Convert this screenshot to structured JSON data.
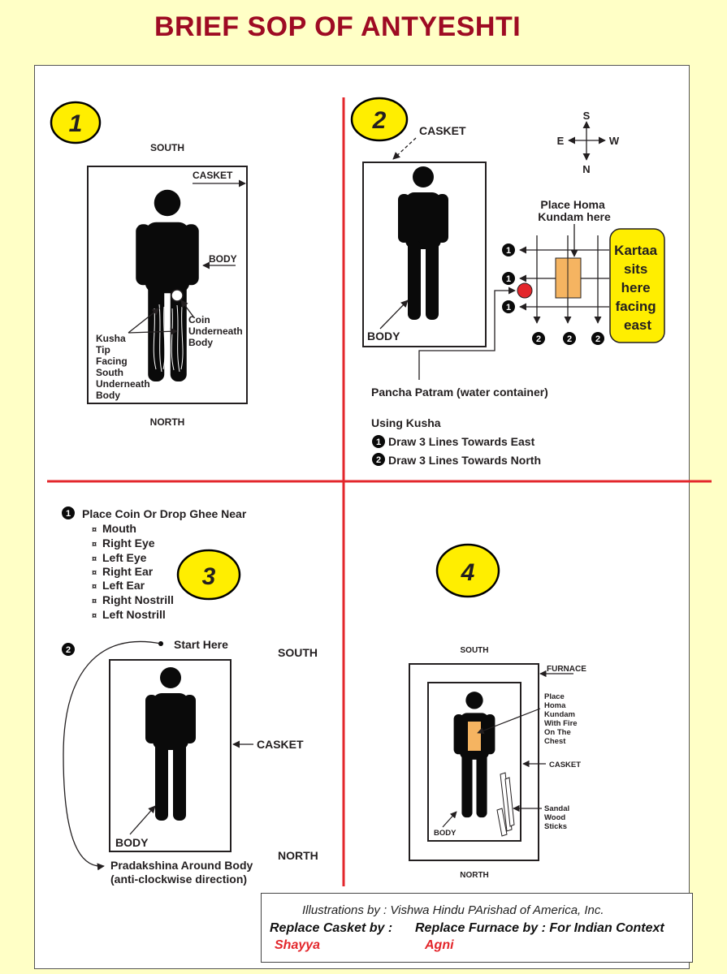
{
  "title": "BRIEF SOP OF ANTYESHTI",
  "colors": {
    "background": "#ffffc6",
    "title": "#9e0b23",
    "divider": "#e3262b",
    "badge": "#ffee00",
    "homa_kundam": "#f5b461",
    "red_dot": "#e3262b"
  },
  "panel1": {
    "badge": "1",
    "south": "SOUTH",
    "north": "NORTH",
    "casket": "CASKET",
    "body": "BODY",
    "coin": [
      "Coin",
      "Underneath",
      "Body"
    ],
    "kusha": [
      "Kusha",
      "Tip",
      "Facing",
      "South",
      "Underneath",
      "Body"
    ]
  },
  "panel2": {
    "badge": "2",
    "casket": "CASKET",
    "body": "BODY",
    "compass": {
      "s": "S",
      "e": "E",
      "w": "W",
      "n": "N"
    },
    "homa": [
      "Place Homa",
      "Kundam here"
    ],
    "kartaa": [
      "Kartaa",
      "sits",
      "here",
      "facing",
      "east"
    ],
    "pancha": "Pancha Patram (water container)",
    "using": "Using Kusha",
    "step1": "Draw 3 Lines Towards East",
    "step2": "Draw 3 Lines Towards North",
    "num1": "1",
    "num2": "2"
  },
  "panel3": {
    "badge": "3",
    "heading": "Place Coin Or Drop Ghee Near",
    "bullet": "¤",
    "items": [
      "Mouth",
      "Right Eye",
      "Left Eye",
      "Right Ear",
      "Left Ear",
      "Right Nostrill",
      "Left Nostrill"
    ],
    "num1": "1",
    "num2": "2",
    "start": "Start Here",
    "south": "SOUTH",
    "north": "NORTH",
    "casket": "CASKET",
    "body": "BODY",
    "prad": [
      "Pradakshina Around Body",
      "(anti-clockwise direction)"
    ]
  },
  "panel4": {
    "badge": "4",
    "south": "SOUTH",
    "north": "NORTH",
    "furnace": "FURNACE",
    "casket": "CASKET",
    "body": "BODY",
    "place": [
      "Place",
      "Homa",
      "Kundam",
      "With Fire",
      "On The",
      "Chest"
    ],
    "sandal": [
      "Sandal",
      "Wood",
      "Sticks"
    ]
  },
  "credits": {
    "by": "Illustrations by : Vishwa Hindu PArishad of America, Inc.",
    "casket": "Replace Casket by :",
    "furnace": "Replace Furnace by : For Indian Context",
    "shayya": "Shayya",
    "agni": "Agni"
  }
}
